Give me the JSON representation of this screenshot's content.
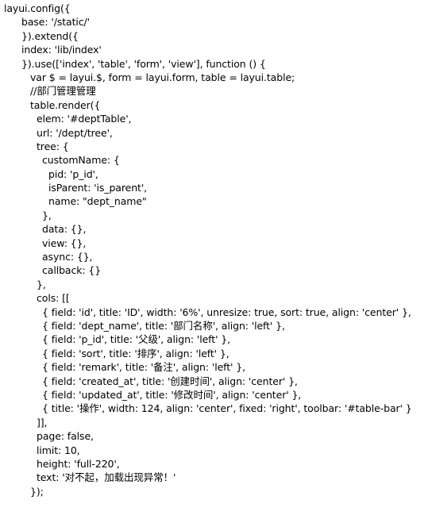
{
  "code": {
    "lines": [
      {
        "text": "layui.config({",
        "indent": 0
      },
      {
        "text": "base: '/static/'",
        "indent": 1
      },
      {
        "text": "}).extend({",
        "indent": 1
      },
      {
        "text": "index: 'lib/index'",
        "indent": 1
      },
      {
        "text": "}).use(['index', 'table', 'form', 'view'], function () {",
        "indent": 1
      },
      {
        "text": "var $ = layui.$, form = layui.form, table = layui.table;",
        "indent": 2
      },
      {
        "text": "//部门管理管理",
        "indent": 2
      },
      {
        "text": "table.render({",
        "indent": 2
      },
      {
        "text": "elem: '#deptTable',",
        "indent": 3
      },
      {
        "text": "url: '/dept/tree',",
        "indent": 3
      },
      {
        "text": "tree: {",
        "indent": 3
      },
      {
        "text": "customName: {",
        "indent": 4
      },
      {
        "text": "pid: 'p_id',",
        "indent": 5
      },
      {
        "text": "isParent: 'is_parent',",
        "indent": 5
      },
      {
        "text": "name: \"dept_name\"",
        "indent": 5
      },
      {
        "text": "},",
        "indent": 4
      },
      {
        "text": "data: {},",
        "indent": 4
      },
      {
        "text": "view: {},",
        "indent": 4
      },
      {
        "text": "async: {},",
        "indent": 4
      },
      {
        "text": "callback: {}",
        "indent": 4
      },
      {
        "text": "},",
        "indent": 3
      },
      {
        "text": "cols: [[",
        "indent": 3
      },
      {
        "text": "{ field: 'id', title: 'ID', width: '6%', unresize: true, sort: true, align: 'center' },",
        "indent": 4
      },
      {
        "text": "{ field: 'dept_name', title: '部门名称', align: 'left' },",
        "indent": 4
      },
      {
        "text": "{ field: 'p_id', title: '父级', align: 'left' },",
        "indent": 4
      },
      {
        "text": "{ field: 'sort', title: '排序', align: 'left' },",
        "indent": 4
      },
      {
        "text": "{ field: 'remark', title: '备注', align: 'left' },",
        "indent": 4
      },
      {
        "text": "{ field: 'created_at', title: '创建时间', align: 'center' },",
        "indent": 4
      },
      {
        "text": "{ field: 'updated_at', title: '修改时间', align: 'center' },",
        "indent": 4
      },
      {
        "text": "{ title: '操作', width: 124, align: 'center', fixed: 'right', toolbar: '#table-bar' }",
        "indent": 4
      },
      {
        "text": "]],",
        "indent": 3
      },
      {
        "text": "page: false,",
        "indent": 3
      },
      {
        "text": "limit: 10,",
        "indent": 3
      },
      {
        "text": "height: 'full-220',",
        "indent": 3
      },
      {
        "text": "text: '对不起，加载出现异常！'",
        "indent": 3
      },
      {
        "text": "});",
        "indent": 2
      }
    ]
  }
}
